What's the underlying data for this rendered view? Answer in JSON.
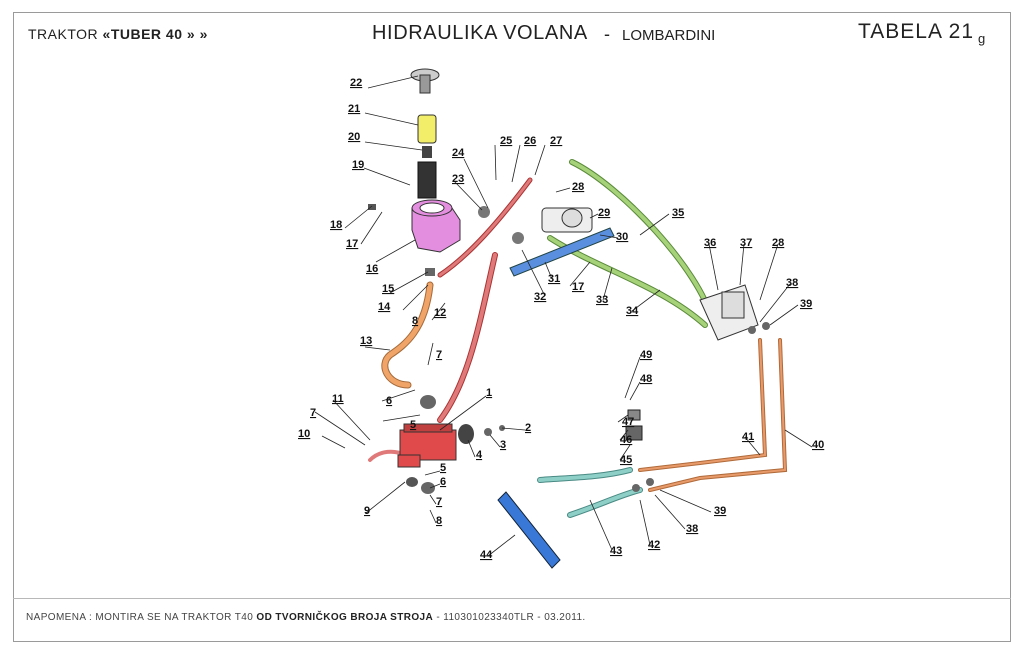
{
  "header": {
    "tractor_prefix": "TRAKTOR",
    "tractor_model": "«TUBER 40 » »",
    "title": "HIDRAULIKA VOLANA",
    "dash": "-",
    "subtitle": "LOMBARDINI",
    "table_label": "TABELA 21",
    "table_suffix": "g"
  },
  "note": {
    "prefix": "NAPOMENA : MONTIRA SE NA TRAKTOR T40",
    "emphasis": "OD TVORNIČKOG BROJA STROJA",
    "suffix": "- 110301023340TLR - 03.2011."
  },
  "part_labels": [
    "1",
    "2",
    "3",
    "4",
    "5",
    "5",
    "6",
    "6",
    "7",
    "7",
    "7",
    "8",
    "8",
    "9",
    "10",
    "11",
    "12",
    "13",
    "14",
    "15",
    "16",
    "17",
    "17",
    "18",
    "19",
    "20",
    "21",
    "22",
    "23",
    "24",
    "25",
    "26",
    "27",
    "28",
    "28",
    "29",
    "30",
    "31",
    "32",
    "33",
    "34",
    "35",
    "36",
    "37",
    "38",
    "38",
    "39",
    "39",
    "40",
    "41",
    "42",
    "43",
    "44",
    "45",
    "46",
    "47",
    "48",
    "49"
  ],
  "colors": {
    "reservoir": "#e48ee0",
    "filter": "#f2ee6a",
    "suction_hose": "#f0a468",
    "pressure_hose": "#e07a7a",
    "return_hose": "#a6d27a",
    "valve_plate": "#5a8fe0",
    "cooler": "#3a78d8",
    "cooler_hoses": "#8ed0c8",
    "steel_lines": "#e89a6a"
  }
}
